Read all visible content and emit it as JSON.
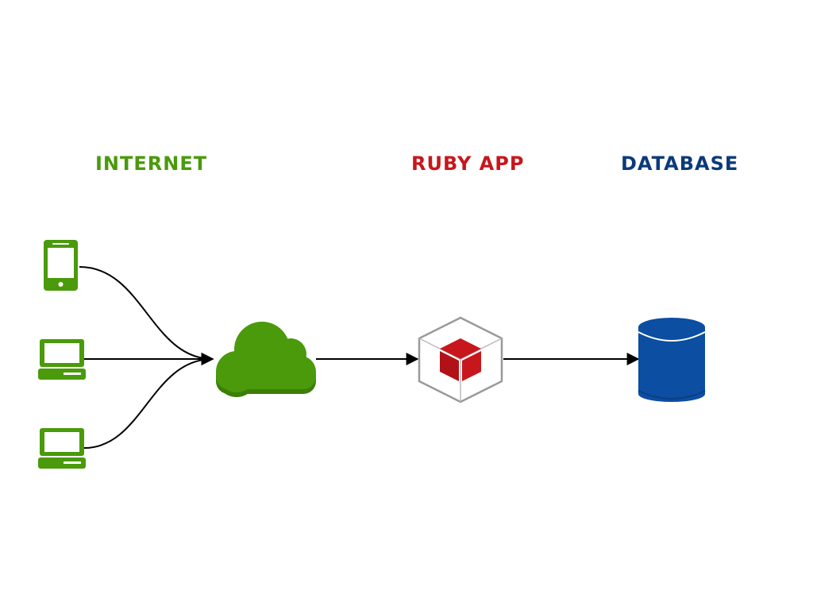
{
  "labels": {
    "internet": "INTERNET",
    "app": "RUBY APP",
    "database": "DATABASE"
  },
  "colors": {
    "internet": "#4a9a0b",
    "app": "#c8161d",
    "database": "#0b3a7a",
    "db_fill": "#0b4ea2",
    "edge": "#000000",
    "box_outline": "#999999"
  },
  "icons": {
    "clients": [
      "smartphone-icon",
      "laptop-icon",
      "laptop-icon"
    ],
    "internet": "cloud-icon",
    "app": "package-box-icon",
    "database": "database-cylinder-icon"
  }
}
